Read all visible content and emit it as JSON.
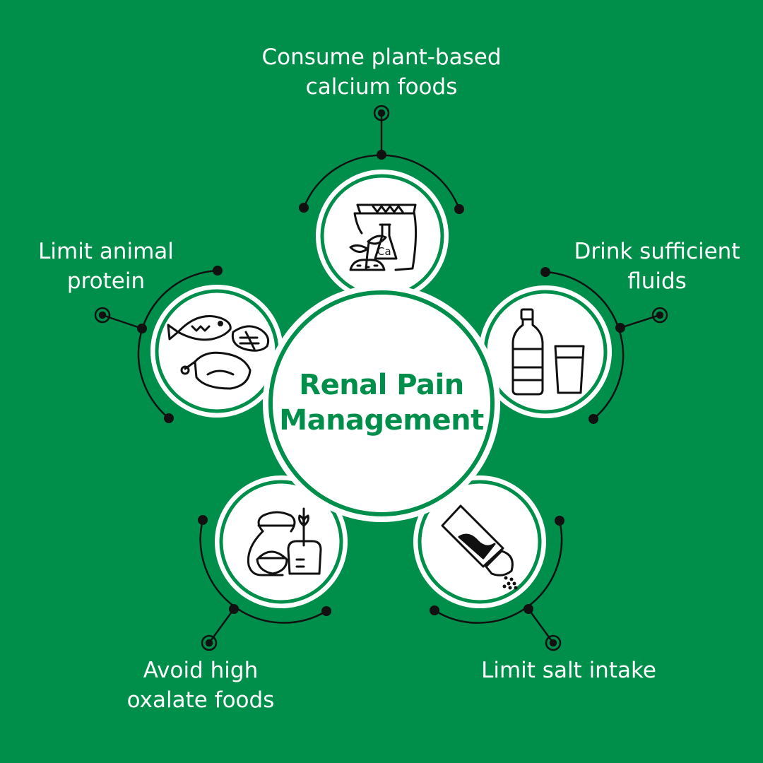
{
  "colors": {
    "background": "#008f4a",
    "circle_fill": "#ffffff",
    "ring_stroke": "#008f4a",
    "connector": "#111111",
    "title_text": "#008f4a",
    "label_text": "#ffffff"
  },
  "center": {
    "title_line1": "Renal Pain",
    "title_line2": "Management"
  },
  "nodes": [
    {
      "id": "calcium",
      "label_line1": "Consume plant-based",
      "label_line2": "calcium foods",
      "icon": "calcium-bag-flask-icon"
    },
    {
      "id": "fluids",
      "label_line1": "Drink sufficient",
      "label_line2": "fluids",
      "icon": "bottle-and-glass-icon"
    },
    {
      "id": "salt",
      "label_line1": "Limit salt intake",
      "label_line2": "",
      "icon": "salt-shaker-icon"
    },
    {
      "id": "oxalate",
      "label_line1": "Avoid high",
      "label_line2": "oxalate foods",
      "icon": "grain-sack-bread-icon"
    },
    {
      "id": "protein",
      "label_line1": "Limit animal",
      "label_line2": "protein",
      "icon": "fish-meat-chicken-icon"
    }
  ]
}
